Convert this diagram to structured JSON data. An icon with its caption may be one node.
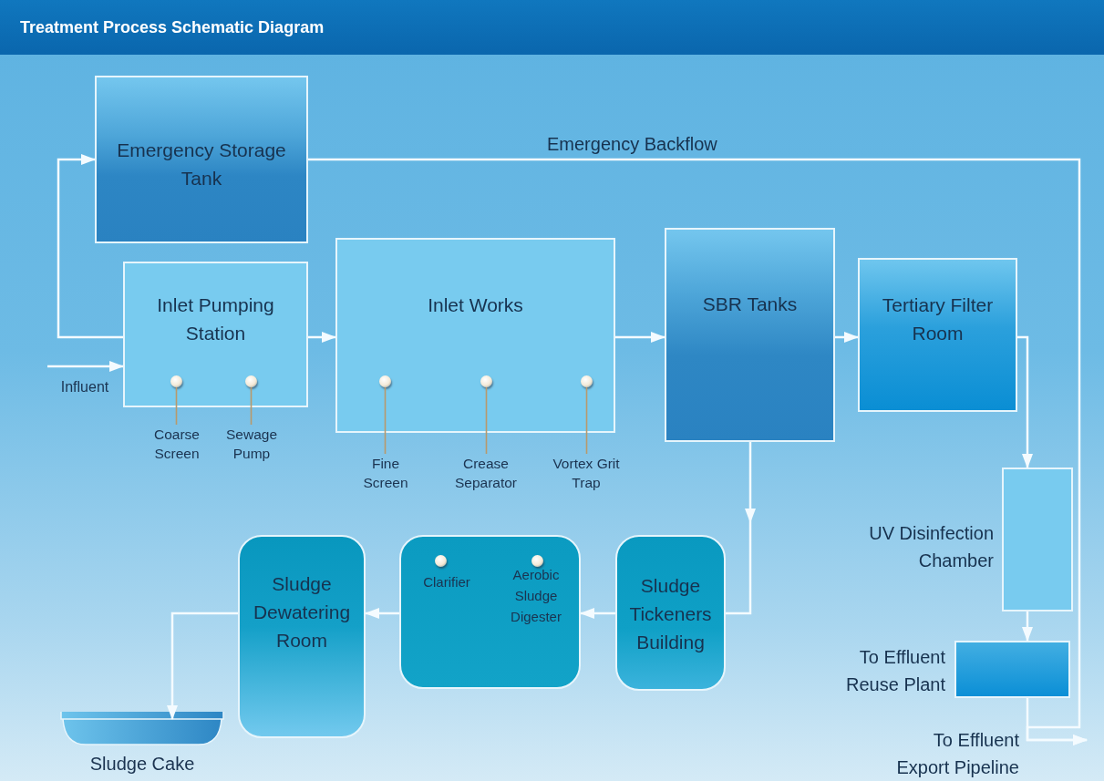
{
  "diagram": {
    "title": "Treatment Process Schematic Diagram",
    "nodes": [
      {
        "text": [
          "Emergency Storage Tank"
        ]
      },
      {
        "text": [
          "Inlet Pumping Station"
        ]
      },
      {
        "text": [
          "Inlet Works"
        ]
      },
      {
        "text": [
          "SBR Tanks"
        ]
      },
      {
        "text": [
          "Tertiary Filter Room"
        ]
      },
      {
        "text": [
          "UV Disinfection Chamber"
        ]
      },
      {
        "text": [
          "To Effluent Reuse Plant"
        ]
      },
      {
        "text": [
          "Sludge Tickeners Building"
        ]
      },
      {
        "text": [
          "Clarifier",
          "Aerobic Sludge Digester"
        ]
      },
      {
        "text": [
          "Sludge Dewatering Room"
        ]
      },
      {
        "text": [
          "Sludge Cake"
        ]
      },
      {
        "text": [
          "Influent"
        ]
      },
      {
        "text": [],
        "shape": "circle",
        "in": 1
      },
      {
        "text": [],
        "shape": "circle",
        "in": 1
      },
      {
        "text": [],
        "shape": "circle",
        "in": 2
      },
      {
        "text": [],
        "shape": "circle",
        "in": 2
      },
      {
        "text": [],
        "shape": "circle",
        "in": 2
      },
      {
        "text": [
          "Coarse Screen"
        ]
      },
      {
        "text": [
          "Sewage Pump"
        ]
      },
      {
        "text": [
          "Fine Screen"
        ]
      },
      {
        "text": [
          "Crease Separator"
        ]
      },
      {
        "text": [
          "Vortex Grit Trap"
        ]
      }
    ],
    "edges": [
      {
        "from": 11,
        "to": 1,
        "arrow": "to"
      },
      {
        "from": 1,
        "to": 0,
        "arrow": "to"
      },
      {
        "from": 1,
        "to": 2,
        "arrow": "to"
      },
      {
        "from": 2,
        "to": 3,
        "arrow": "to"
      },
      {
        "from": 3,
        "to": 4,
        "arrow": "to"
      },
      {
        "from": 4,
        "to": 5,
        "arrow": "to"
      },
      {
        "from": 5,
        "to": 6,
        "arrow": "to"
      },
      {
        "from": 6,
        "to": null,
        "arrow": "to",
        "label": "To Effluent Export Pipeline"
      },
      {
        "from": 0,
        "to": null,
        "arrow": "to",
        "label": "Emergency Backflow"
      },
      {
        "from": 3,
        "to": 7,
        "arrow": "to"
      },
      {
        "from": 7,
        "to": 8,
        "arrow": "to"
      },
      {
        "from": 8,
        "to": 9,
        "arrow": "to"
      },
      {
        "from": 9,
        "to": 10,
        "arrow": "to"
      },
      {
        "from": 17,
        "to": 12,
        "arrow": "none",
        "color": "#b8996c"
      },
      {
        "from": 18,
        "to": 13,
        "arrow": "none",
        "color": "#b8996c"
      },
      {
        "from": 19,
        "to": 14,
        "arrow": "none",
        "color": "#b8996c"
      },
      {
        "from": 20,
        "to": 15,
        "arrow": "none",
        "color": "#b8996c"
      },
      {
        "from": 21,
        "to": 16,
        "arrow": "none",
        "color": "#b8996c"
      }
    ]
  }
}
